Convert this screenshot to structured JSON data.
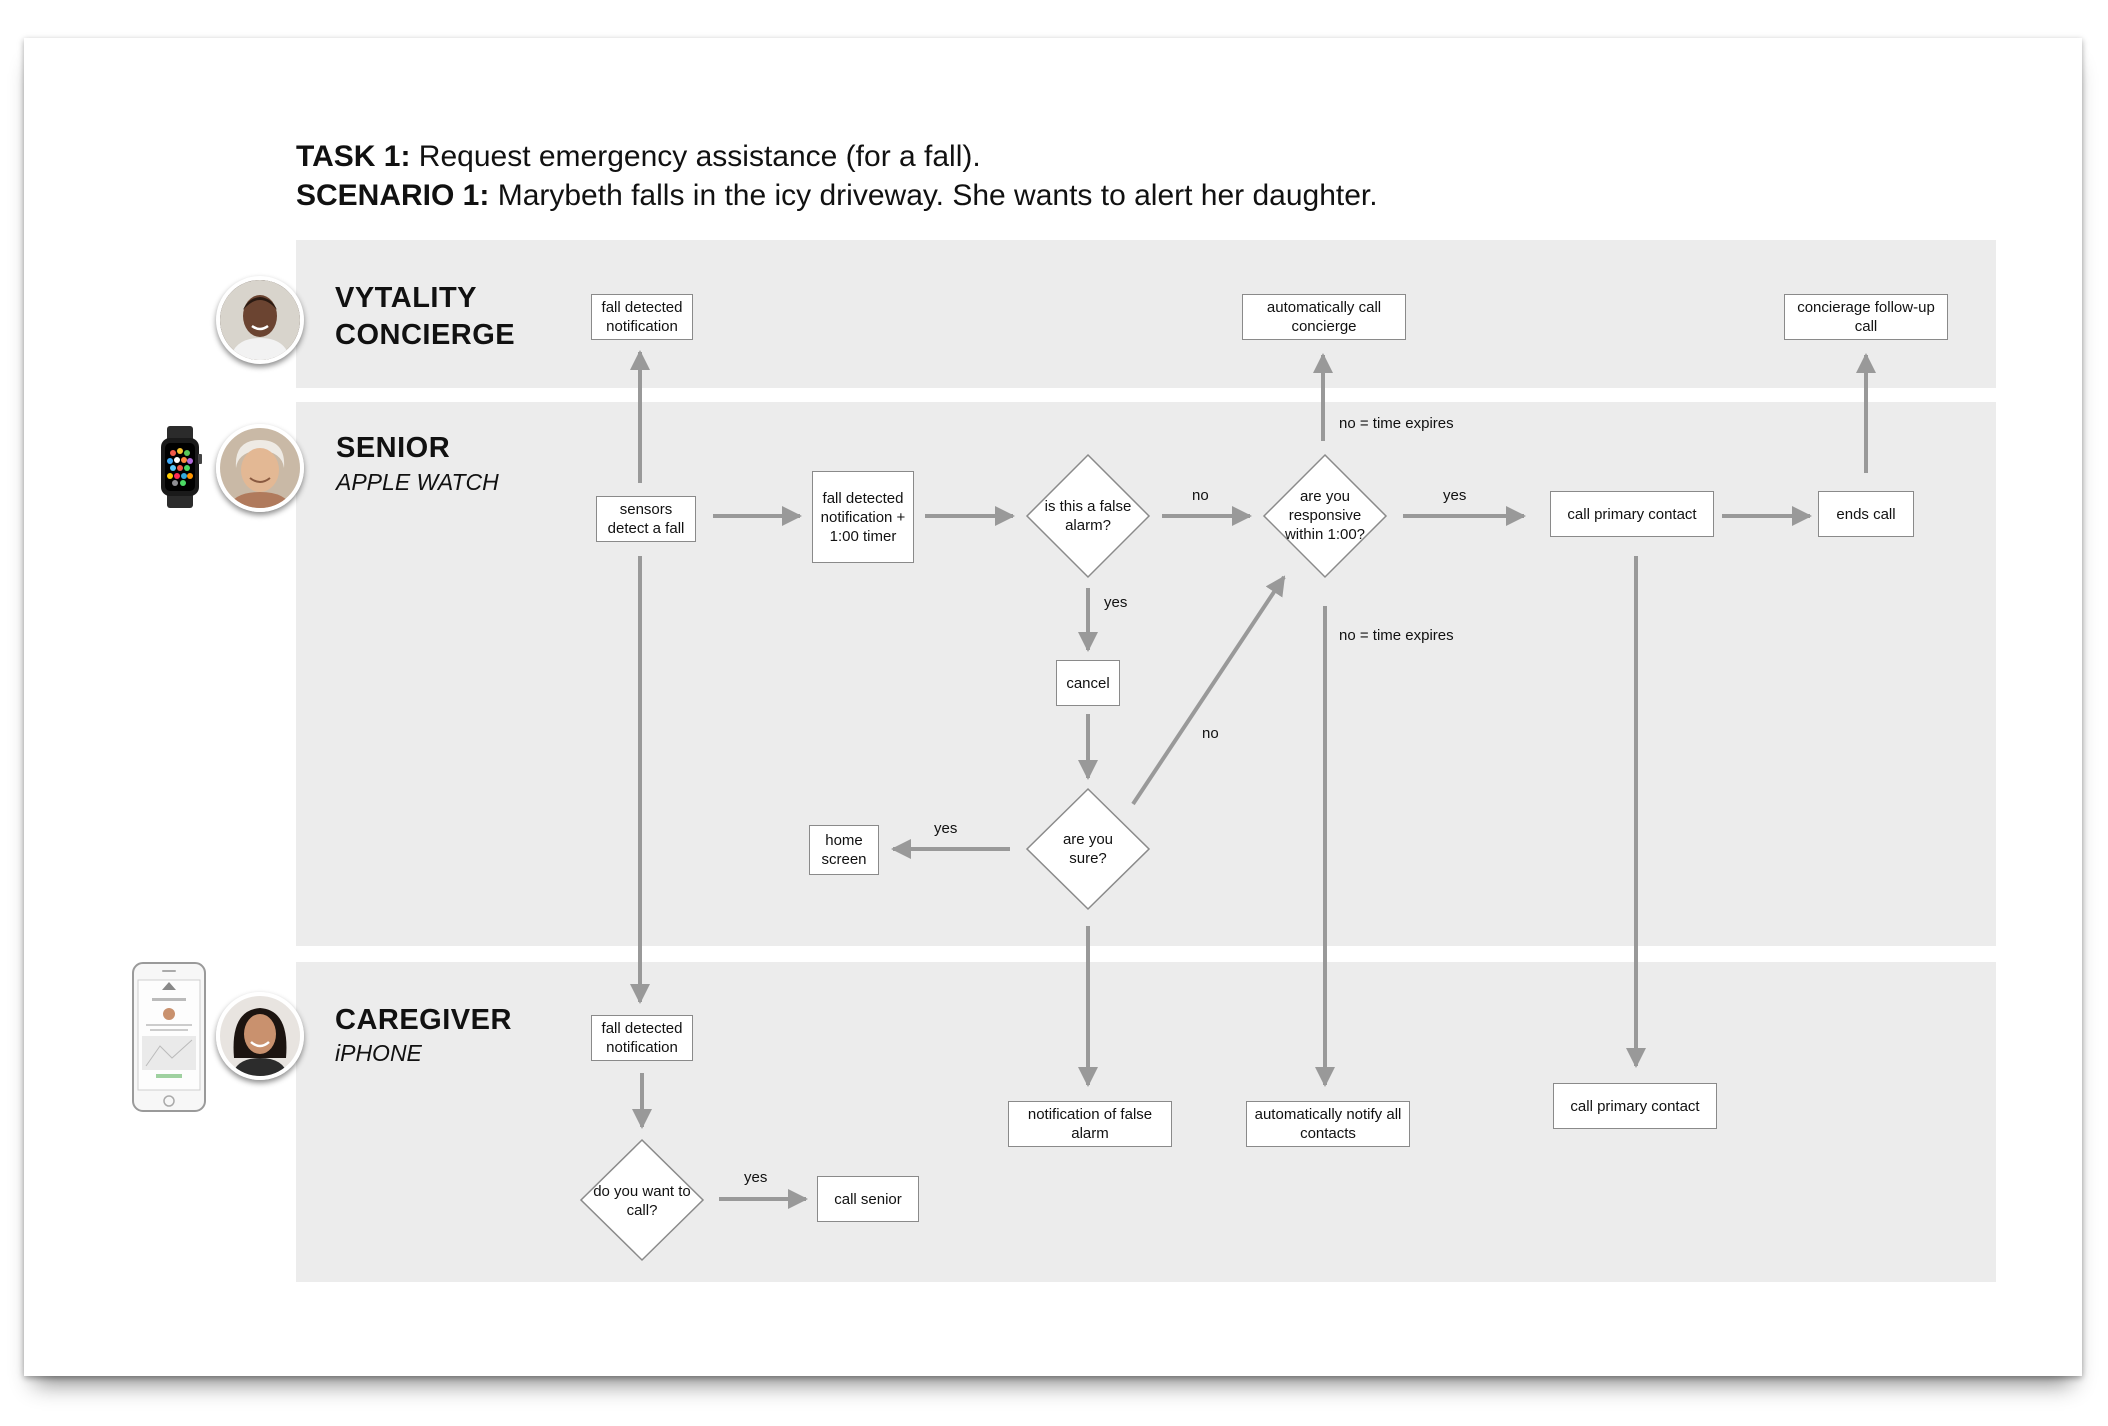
{
  "header": {
    "task_label": "TASK 1:",
    "task_text": "Request emergency assistance (for a fall).",
    "scenario_label": "SCENARIO 1:",
    "scenario_text": "Marybeth falls in the icy driveway. She wants to alert her daughter."
  },
  "lanes": {
    "concierge": {
      "title_line1": "VYTALITY",
      "title_line2": "CONCIERGE"
    },
    "senior": {
      "title": "SENIOR",
      "subtitle": "APPLE WATCH"
    },
    "caregiver": {
      "title": "CAREGIVER",
      "subtitle": "iPHONE"
    }
  },
  "nodes": {
    "concierge_fall_notification": "fall detected notification",
    "auto_call_concierge": "automatically call concierge",
    "concierge_followup": "concierage follow-up call",
    "sensors_detect": "sensors detect a fall",
    "fall_notification_timer": "fall detected notification + 1:00 timer",
    "is_false_alarm": "is this a false alarm?",
    "are_you_responsive": "are you responsive within 1:00?",
    "call_primary_contact": "call primary contact",
    "ends_call": "ends call",
    "cancel": "cancel",
    "are_you_sure": "are you sure?",
    "home_screen": "home screen",
    "caregiver_fall_notification": "fall detected notification",
    "do_you_want_call": "do you want to call?",
    "call_senior": "call senior",
    "notification_false_alarm": "notification of false alarm",
    "auto_notify_all": "automatically notify all contacts",
    "caregiver_call_primary": "call primary contact"
  },
  "edge_labels": {
    "no_time_expires_top": "no = time expires",
    "no_time_expires_bottom": "no = time expires",
    "no_false_alarm": "no",
    "yes_responsive": "yes",
    "yes_false_alarm": "yes",
    "no_are_you_sure": "no",
    "yes_are_you_sure": "yes",
    "yes_do_you_want_call": "yes"
  },
  "colors": {
    "lane_background": "#ececec",
    "arrow": "#999999",
    "node_border": "#8a8a8a"
  }
}
